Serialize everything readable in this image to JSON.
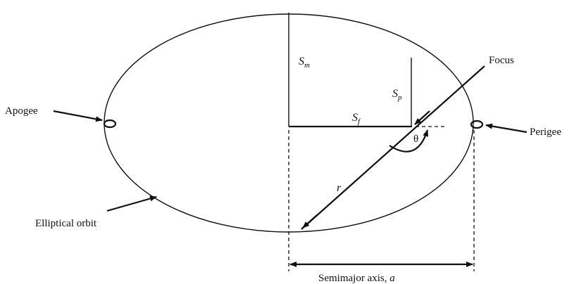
{
  "labels": {
    "apogee": "Apogee",
    "perigee": "Perigee",
    "focus": "Focus",
    "elliptical_orbit": "Elliptical orbit",
    "semimajor_axis": "Semimajor axis, ",
    "semimajor_symbol": "a",
    "radius": "r",
    "theta": "θ",
    "sm_base": "S",
    "sm_sub": "m",
    "sp_base": "S",
    "sp_sub": "p",
    "sf_base": "S",
    "sf_sub": "f"
  }
}
